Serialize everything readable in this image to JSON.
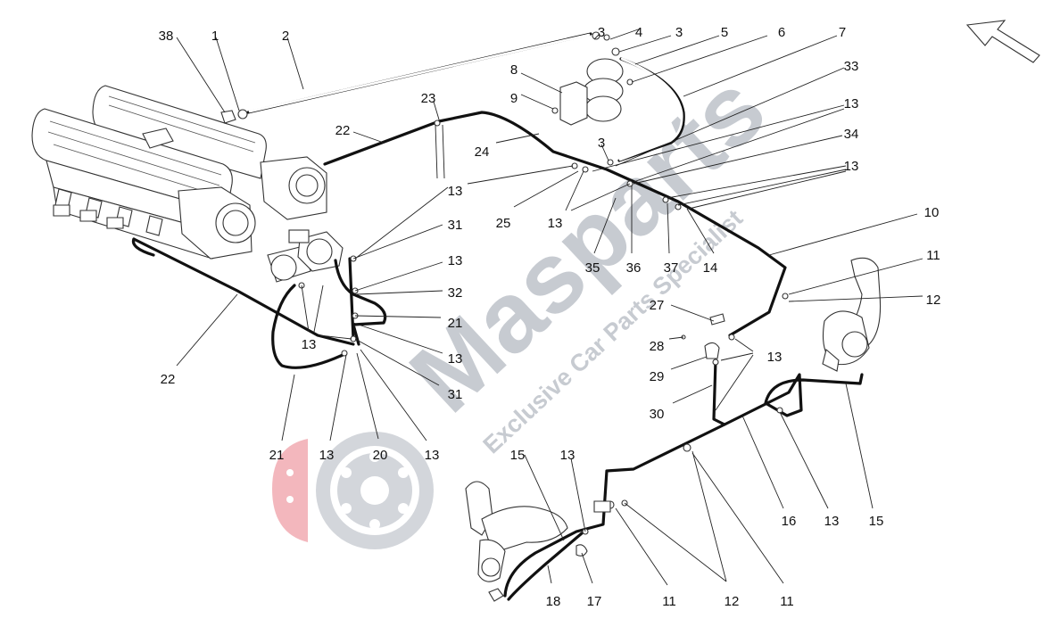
{
  "diagram": {
    "callouts": [
      {
        "text": "38"
      },
      {
        "text": "1"
      },
      {
        "text": "2"
      },
      {
        "text": "3"
      },
      {
        "text": "4"
      },
      {
        "text": "3"
      },
      {
        "text": "5"
      },
      {
        "text": "6"
      },
      {
        "text": "7"
      },
      {
        "text": "8"
      },
      {
        "text": "9"
      },
      {
        "text": "23"
      },
      {
        "text": "22"
      },
      {
        "text": "24"
      },
      {
        "text": "3"
      },
      {
        "text": "33"
      },
      {
        "text": "13"
      },
      {
        "text": "34"
      },
      {
        "text": "13"
      },
      {
        "text": "13"
      },
      {
        "text": "25"
      },
      {
        "text": "13"
      },
      {
        "text": "35"
      },
      {
        "text": "36"
      },
      {
        "text": "37"
      },
      {
        "text": "14"
      },
      {
        "text": "10"
      },
      {
        "text": "31"
      },
      {
        "text": "13"
      },
      {
        "text": "32"
      },
      {
        "text": "21"
      },
      {
        "text": "13"
      },
      {
        "text": "13"
      },
      {
        "text": "31"
      },
      {
        "text": "11"
      },
      {
        "text": "12"
      },
      {
        "text": "27"
      },
      {
        "text": "28"
      },
      {
        "text": "29"
      },
      {
        "text": "30"
      },
      {
        "text": "13"
      },
      {
        "text": "22"
      },
      {
        "text": "21"
      },
      {
        "text": "13"
      },
      {
        "text": "20"
      },
      {
        "text": "13"
      },
      {
        "text": "15"
      },
      {
        "text": "13"
      },
      {
        "text": "16"
      },
      {
        "text": "13"
      },
      {
        "text": "15"
      },
      {
        "text": "18"
      },
      {
        "text": "17"
      },
      {
        "text": "11"
      },
      {
        "text": "12"
      },
      {
        "text": "11"
      }
    ]
  },
  "watermark": {
    "brand": "Masparts",
    "tagline": "Exclusive Car Parts Specialist"
  },
  "colors": {
    "line": "#111111",
    "watermark_gray": "#c7cbd1",
    "watermark_red": "#f3b7bd"
  },
  "icons": {
    "orientation_arrow": "arrow-up-left-icon",
    "logo": "brake-disc-logo-icon"
  }
}
